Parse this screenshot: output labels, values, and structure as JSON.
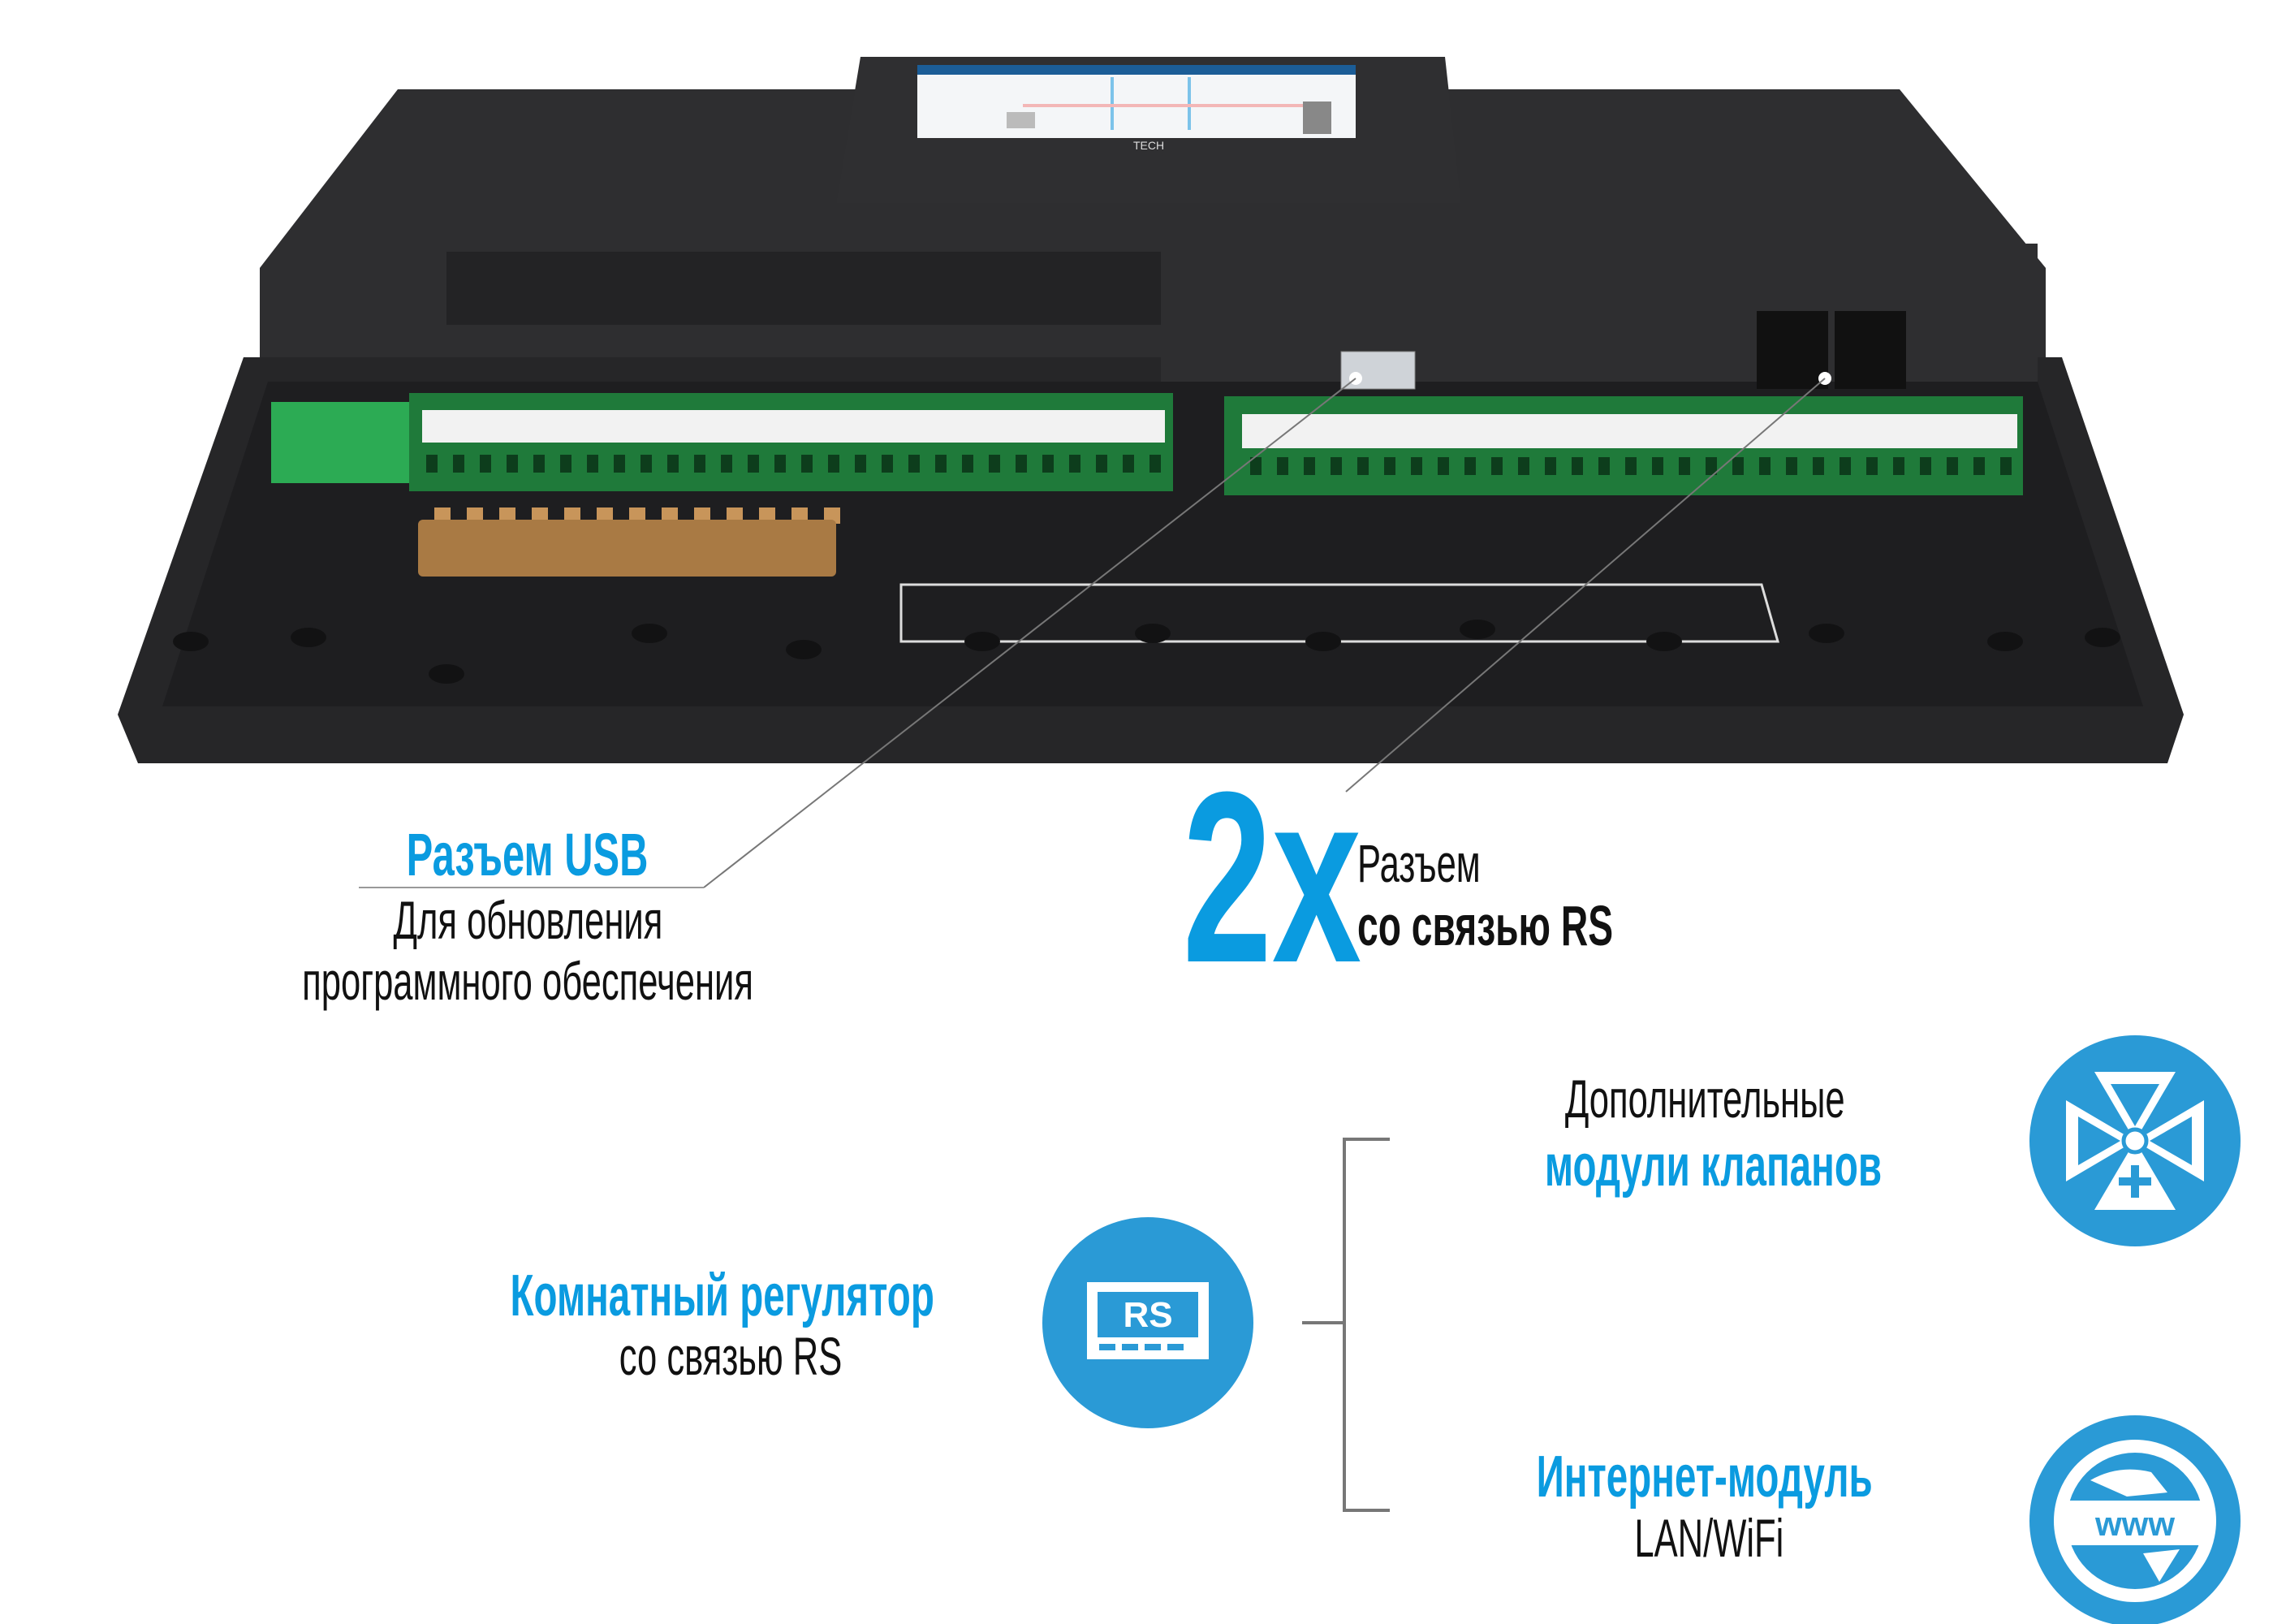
{
  "device": {
    "brand": "TECH"
  },
  "usb": {
    "title": "Разъем USB",
    "line1": "Для обновления",
    "line2": "программного обеспечения"
  },
  "rs": {
    "count": "2x",
    "line1": "Разъем",
    "line2": "со связью RS"
  },
  "valves": {
    "line1": "Дополнительные",
    "line2": "модули клапанов",
    "icon": "valve-icon"
  },
  "room": {
    "line1": "Комнатный регулятор",
    "line2": "со связью RS",
    "icon": "rs-regulator-icon",
    "icon_text": "RS"
  },
  "internet": {
    "line1": "Интернет-модуль",
    "line2": "LAN/WiFi",
    "icon": "www-globe-icon",
    "icon_text": "www"
  },
  "colors": {
    "accent": "#0a9be0",
    "icon_bg": "#2a9ad6",
    "device": "#2b2b2d",
    "terminal": "#1f7a3a"
  }
}
